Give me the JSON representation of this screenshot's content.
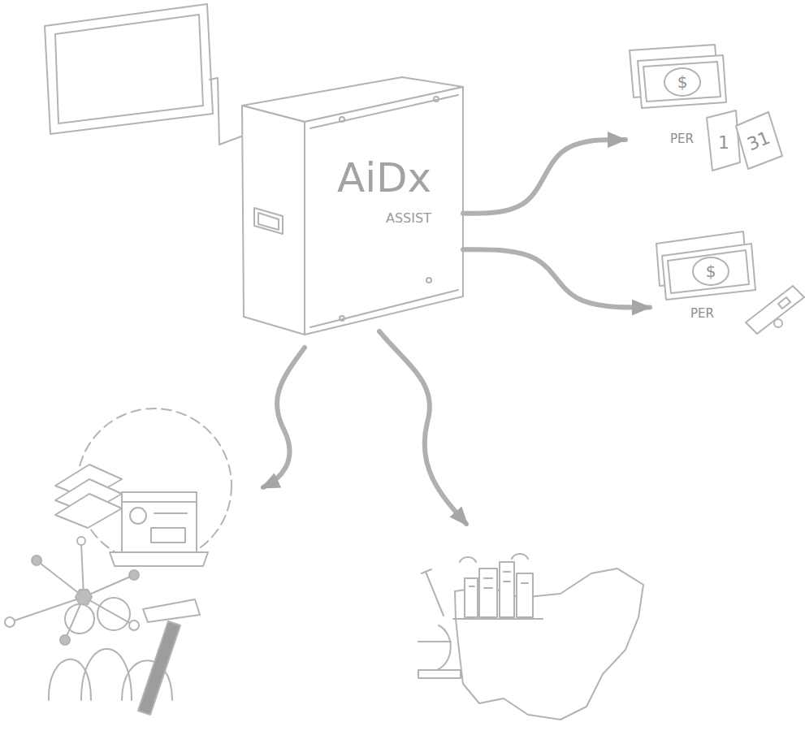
{
  "diagram": {
    "nodes": [
      {
        "text": [
          "AiDx",
          "ASSIST"
        ]
      },
      {
        "text": [
          "PER"
        ]
      },
      {
        "text": [
          "PER"
        ]
      }
    ],
    "edges": [
      {
        "from": 0,
        "to": 1,
        "arrow": "to"
      },
      {
        "from": 0,
        "to": 2,
        "arrow": "to"
      }
    ],
    "labels": [
      "$",
      "1",
      "31",
      "$"
    ]
  }
}
